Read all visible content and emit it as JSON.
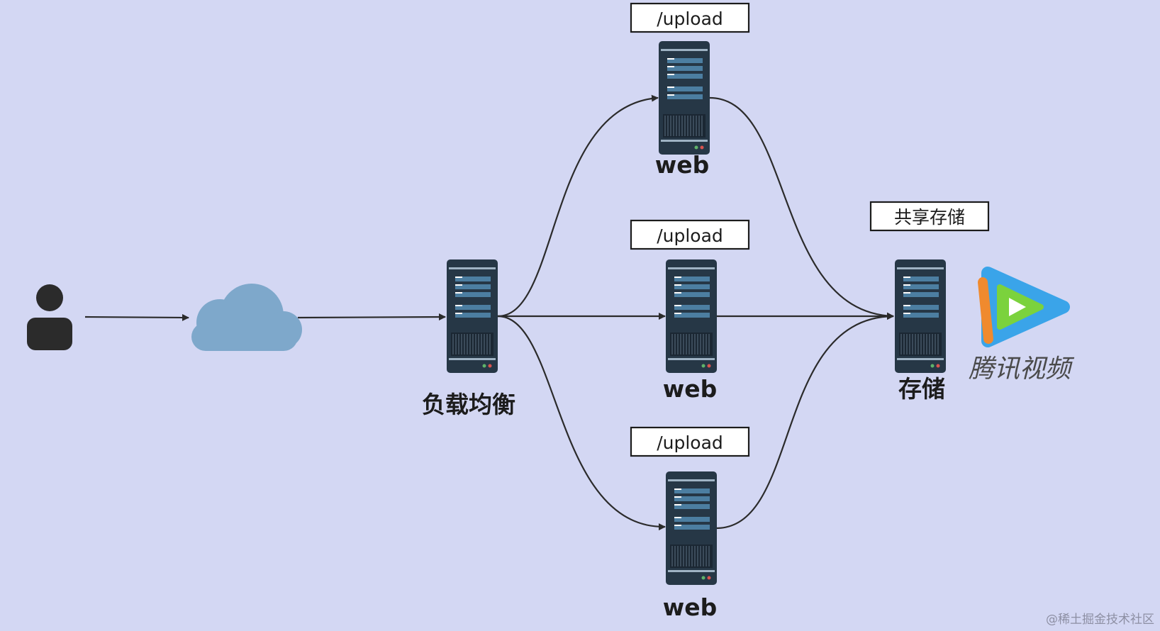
{
  "labels": {
    "lb_box": "负载均衡",
    "web_top": "web",
    "web_mid": "web",
    "web_bottom": "web",
    "storage": "存储",
    "upload_top": "/upload",
    "upload_mid": "/upload",
    "upload_bottom": "/upload",
    "shared_storage": "共享存储"
  },
  "brand": {
    "name": "腾讯视频"
  },
  "watermark": "@稀土掘金技术社区",
  "icons": {
    "user": "user-icon",
    "cloud": "cloud-icon",
    "server": "server-icon",
    "brand_logo": "tencent-video-play-icon"
  },
  "colors": {
    "background": "#d3d7f3",
    "server_body": "#263746",
    "server_slot": "#4c7ea1",
    "cloud": "#7ea8cb",
    "user": "#2b2b2b",
    "line": "#2b2b2b",
    "logo_green": "#7bd23d",
    "logo_blue": "#3aa4e9",
    "logo_orange": "#f08a2e"
  }
}
